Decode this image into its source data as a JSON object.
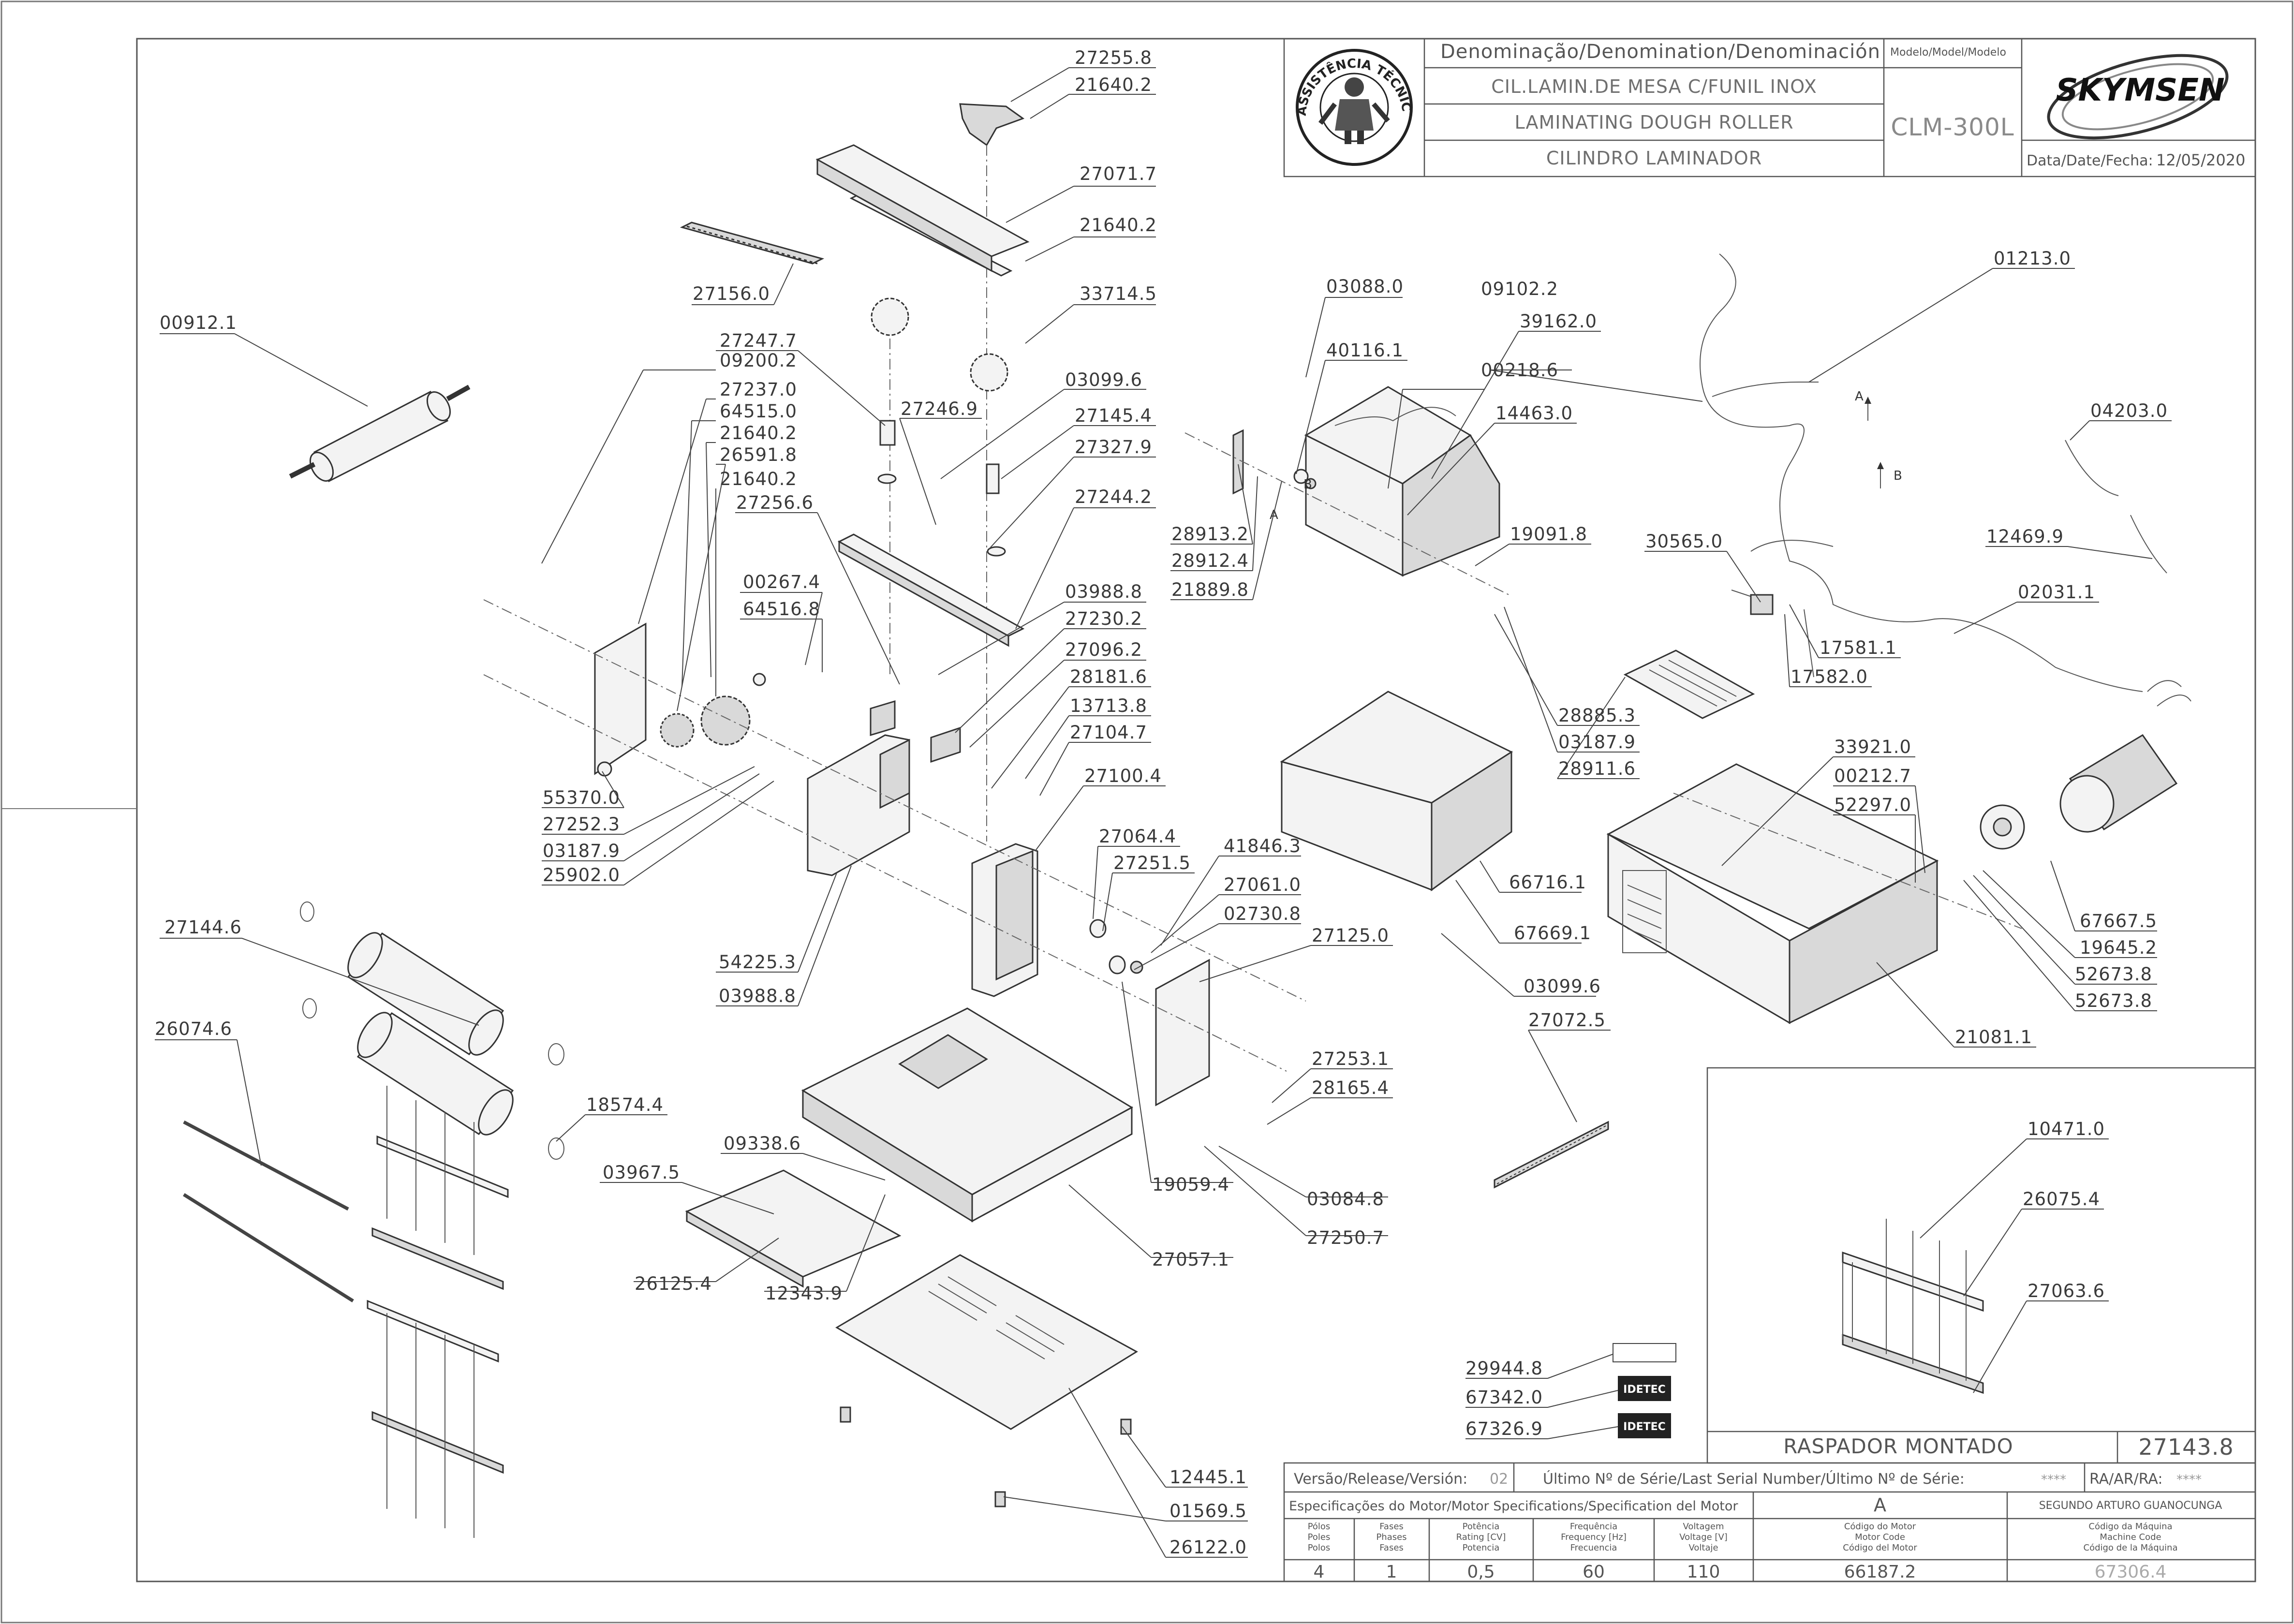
{
  "title_block": {
    "denomination_header": "Denominação/Denomination/Denominación",
    "name_pt": "CIL.LAMIN.DE MESA C/FUNIL INOX",
    "name_en": "LAMINATING DOUGH ROLLER",
    "name_es": "CILINDRO LAMINADOR",
    "model_header": "Modelo/Model/Modelo",
    "model": "CLM-300L",
    "date_label": "Data/Date/Fecha:",
    "date": "12/05/2020",
    "brand": "SKYMSEN",
    "seal_text": "ASSISTÊNCIA TÉCNICA AUTORIZADA"
  },
  "callouts": [
    {
      "id": "c1",
      "label": "27255.8"
    },
    {
      "id": "c2",
      "label": "21640.2"
    },
    {
      "id": "c3",
      "label": "27071.7"
    },
    {
      "id": "c4",
      "label": "21640.2"
    },
    {
      "id": "c5",
      "label": "33714.5"
    },
    {
      "id": "c6",
      "label": "27156.0"
    },
    {
      "id": "c7",
      "label": "00912.1"
    },
    {
      "id": "c8",
      "label": "27247.7"
    },
    {
      "id": "c9",
      "label": "09200.2"
    },
    {
      "id": "c10",
      "label": "27237.0"
    },
    {
      "id": "c11",
      "label": "64515.0"
    },
    {
      "id": "c12",
      "label": "21640.2"
    },
    {
      "id": "c13",
      "label": "26591.8"
    },
    {
      "id": "c14",
      "label": "21640.2"
    },
    {
      "id": "c15",
      "label": "27256.6"
    },
    {
      "id": "c16",
      "label": "27246.9"
    },
    {
      "id": "c17",
      "label": "03099.6"
    },
    {
      "id": "c18",
      "label": "27145.4"
    },
    {
      "id": "c19",
      "label": "27327.9"
    },
    {
      "id": "c20",
      "label": "27244.2"
    },
    {
      "id": "c21",
      "label": "00267.4"
    },
    {
      "id": "c22",
      "label": "64516.8"
    },
    {
      "id": "c23",
      "label": "03988.8"
    },
    {
      "id": "c24",
      "label": "27230.2"
    },
    {
      "id": "c25",
      "label": "27096.2"
    },
    {
      "id": "c26",
      "label": "28181.6"
    },
    {
      "id": "c27",
      "label": "13713.8"
    },
    {
      "id": "c28",
      "label": "27104.7"
    },
    {
      "id": "c29",
      "label": "27100.4"
    },
    {
      "id": "c30",
      "label": "27064.4"
    },
    {
      "id": "c31",
      "label": "27251.5"
    },
    {
      "id": "c32",
      "label": "41846.3"
    },
    {
      "id": "c33",
      "label": "27061.0"
    },
    {
      "id": "c34",
      "label": "02730.8"
    },
    {
      "id": "c35",
      "label": "27125.0"
    },
    {
      "id": "c36",
      "label": "55370.0"
    },
    {
      "id": "c37",
      "label": "27252.3"
    },
    {
      "id": "c38",
      "label": "03187.9"
    },
    {
      "id": "c39",
      "label": "25902.0"
    },
    {
      "id": "c40",
      "label": "27144.6"
    },
    {
      "id": "c41",
      "label": "54225.3"
    },
    {
      "id": "c42",
      "label": "03988.8"
    },
    {
      "id": "c43",
      "label": "26074.6"
    },
    {
      "id": "c44",
      "label": "18574.4"
    },
    {
      "id": "c45",
      "label": "27253.1"
    },
    {
      "id": "c46",
      "label": "28165.4"
    },
    {
      "id": "c47",
      "label": "09338.6"
    },
    {
      "id": "c48",
      "label": "03967.5"
    },
    {
      "id": "c49",
      "label": "19059.4"
    },
    {
      "id": "c50",
      "label": "03084.8"
    },
    {
      "id": "c51",
      "label": "27250.7"
    },
    {
      "id": "c52",
      "label": "27057.1"
    },
    {
      "id": "c53",
      "label": "26125.4"
    },
    {
      "id": "c54",
      "label": "12343.9"
    },
    {
      "id": "c55",
      "label": "12445.1"
    },
    {
      "id": "c56",
      "label": "01569.5"
    },
    {
      "id": "c57",
      "label": "26122.0"
    },
    {
      "id": "c58",
      "label": "09102.2"
    },
    {
      "id": "c59",
      "label": "39162.0"
    },
    {
      "id": "c60",
      "label": "03088.0"
    },
    {
      "id": "c61",
      "label": "40116.1"
    },
    {
      "id": "c62",
      "label": "00218.6"
    },
    {
      "id": "c63",
      "label": "14463.0"
    },
    {
      "id": "c64",
      "label": "01213.0"
    },
    {
      "id": "c65",
      "label": "04203.0"
    },
    {
      "id": "c66",
      "label": "12469.9"
    },
    {
      "id": "c67",
      "label": "28913.2"
    },
    {
      "id": "c68",
      "label": "28912.4"
    },
    {
      "id": "c69",
      "label": "21889.8"
    },
    {
      "id": "c70",
      "label": "19091.8"
    },
    {
      "id": "c71",
      "label": "30565.0"
    },
    {
      "id": "c72",
      "label": "02031.1"
    },
    {
      "id": "c73",
      "label": "17581.1"
    },
    {
      "id": "c74",
      "label": "17582.0"
    },
    {
      "id": "c75",
      "label": "28885.3"
    },
    {
      "id": "c76",
      "label": "03187.9"
    },
    {
      "id": "c77",
      "label": "28911.6"
    },
    {
      "id": "c78",
      "label": "33921.0"
    },
    {
      "id": "c79",
      "label": "00212.7"
    },
    {
      "id": "c80",
      "label": "52297.0"
    },
    {
      "id": "c81",
      "label": "66716.1"
    },
    {
      "id": "c82",
      "label": "67669.1"
    },
    {
      "id": "c83",
      "label": "03099.6"
    },
    {
      "id": "c84",
      "label": "67667.5"
    },
    {
      "id": "c85",
      "label": "19645.2"
    },
    {
      "id": "c86",
      "label": "52673.8"
    },
    {
      "id": "c87",
      "label": "52673.8"
    },
    {
      "id": "c88",
      "label": "27072.5"
    },
    {
      "id": "c89",
      "label": "21081.1"
    },
    {
      "id": "c90",
      "label": "10471.0"
    },
    {
      "id": "c91",
      "label": "26075.4"
    },
    {
      "id": "c92",
      "label": "27063.6"
    },
    {
      "id": "c93",
      "label": "29944.8"
    },
    {
      "id": "c94",
      "label": "67342.0"
    },
    {
      "id": "c95",
      "label": "67326.9"
    }
  ],
  "arrows": {
    "a_label": "A",
    "b_label": "B"
  },
  "decals": {
    "idetec": "IDETEC"
  },
  "scraper_box": {
    "title": "RASPADOR MONTADO",
    "code": "27143.8"
  },
  "footer": {
    "release_label": "Versão/Release/Versión:",
    "release_value": "02",
    "serial_label": "Último Nº de Série/Last Serial Number/Último Nº de Série:",
    "serial_value": "****",
    "ra_label": "RA/AR/RA:",
    "ra_value": "****",
    "motor_spec_label": "Especificações do Motor/Motor Specifications/Specification del Motor",
    "revision_letter": "A",
    "author": "SEGUNDO ARTURO GUANOCUNGA",
    "poles_label": [
      "Pólos",
      "Poles",
      "Polos"
    ],
    "phases_label": [
      "Fases",
      "Phases",
      "Fases"
    ],
    "power_label": [
      "Potência",
      "Rating [CV]",
      "Potencia"
    ],
    "frequency_label": [
      "Frequência",
      "Frequency [Hz]",
      "Frecuencia"
    ],
    "voltage_label": [
      "Voltagem",
      "Voltage [V]",
      "Voltaje"
    ],
    "motor_code_label": [
      "Código do Motor",
      "Motor Code",
      "Código del Motor"
    ],
    "machine_code_label": [
      "Código da Máquina",
      "Machine Code",
      "Código de la Máquina"
    ],
    "poles": "4",
    "phases": "1",
    "power": "0,5",
    "frequency": "60",
    "voltage": "110",
    "motor_code": "66187.2",
    "machine_code": "67306.4"
  }
}
